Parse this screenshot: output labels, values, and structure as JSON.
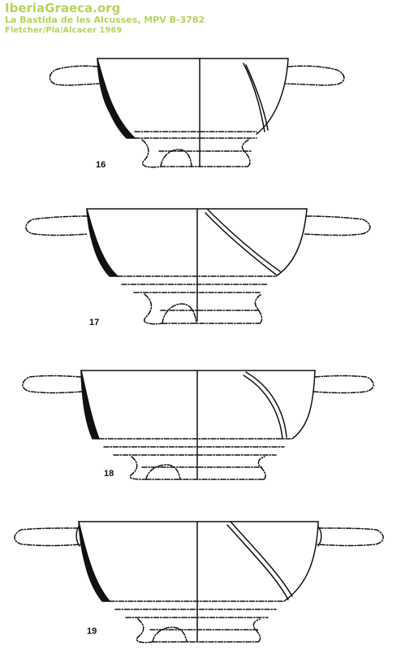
{
  "watermark": {
    "title": "IberiaGraeca.org",
    "subtitle": "La Bastida de les Alcusses, MPV B-3782",
    "credit": "Fletcher/Pla/Alcacer 1969"
  },
  "figures": [
    {
      "number": "16"
    },
    {
      "number": "17"
    },
    {
      "number": "18"
    },
    {
      "number": "19"
    }
  ],
  "colors": {
    "watermark": "#b5d35a",
    "ink": "#111111"
  }
}
